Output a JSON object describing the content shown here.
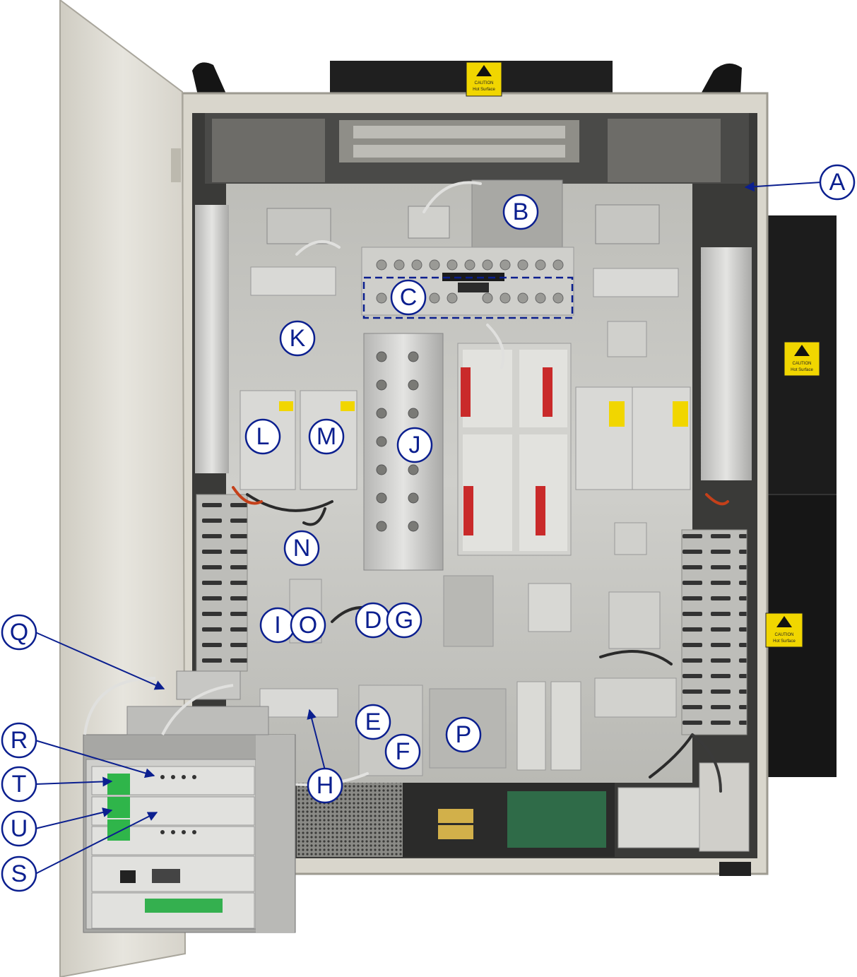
{
  "image": {
    "kind": "photo of an open equipment cabinet with lettered callouts"
  },
  "colors": {
    "callout": "#0b1f8f",
    "cabinet_frame": "#d9d6cc",
    "backplate": "#c8c8c4",
    "door": "#e6e4dc",
    "side_panel": "#1e1e1e",
    "caution_yellow": "#f1d600"
  },
  "caution_labels": [
    {
      "line1": "CAUTION",
      "line2": "Hot Surface"
    },
    {
      "line1": "CAUTION",
      "line2": "Hot Surface"
    },
    {
      "line1": "CAUTION",
      "line2": "Hot Surface"
    }
  ],
  "callouts": [
    "A",
    "B",
    "C",
    "D",
    "E",
    "F",
    "G",
    "H",
    "I",
    "J",
    "K",
    "L",
    "M",
    "N",
    "O",
    "P",
    "Q",
    "R",
    "S",
    "T",
    "U"
  ]
}
